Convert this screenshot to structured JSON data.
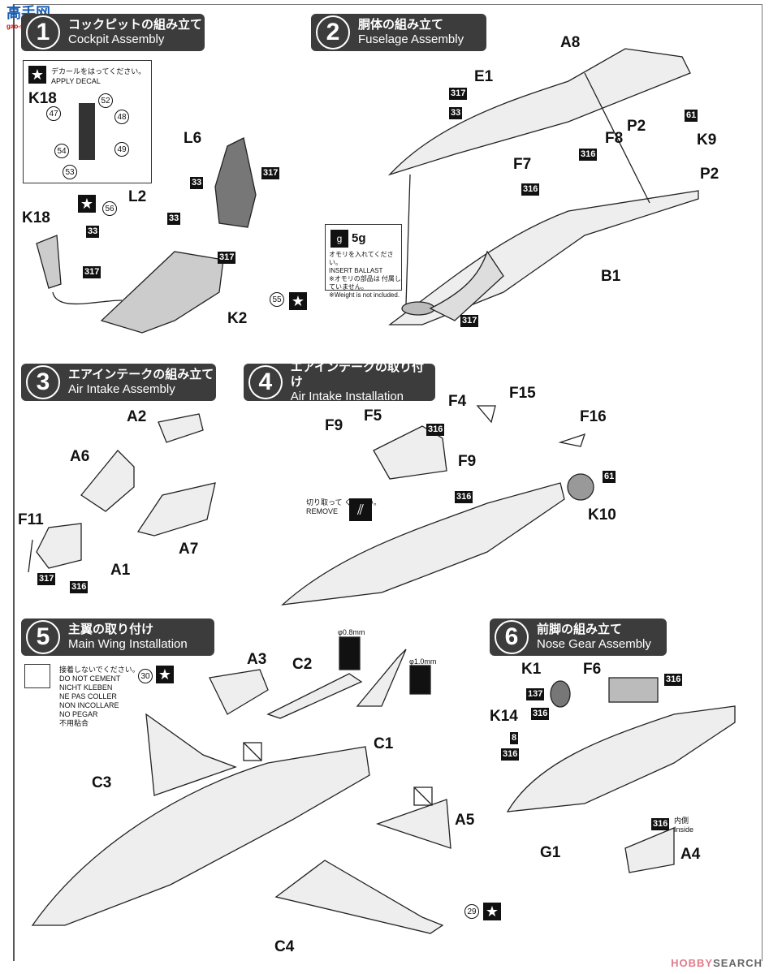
{
  "watermark": {
    "site": "高手网",
    "url": "gao-shou.com"
  },
  "footer": {
    "brand_hobby": "HOBBY",
    "brand_search": "SEARCH"
  },
  "steps": [
    {
      "num": "1",
      "jp": "コックピットの組み立て",
      "en": "Cockpit Assembly"
    },
    {
      "num": "2",
      "jp": "胴体の組み立て",
      "en": "Fuselage Assembly"
    },
    {
      "num": "3",
      "jp": "エアインテークの組み立て",
      "en": "Air Intake Assembly"
    },
    {
      "num": "4",
      "jp": "エアインテークの取り付け",
      "en": "Air Intake Installation"
    },
    {
      "num": "5",
      "jp": "主翼の取り付け",
      "en": "Main Wing Installation"
    },
    {
      "num": "6",
      "jp": "前脚の組み立て",
      "en": "Nose Gear Assembly"
    }
  ],
  "decal_box": {
    "jp": "デカールをはってください。",
    "en": "APPLY DECAL",
    "part": "K18",
    "decals": [
      "52",
      "47",
      "48",
      "54",
      "49",
      "53"
    ]
  },
  "ballast": {
    "weight": "5g",
    "jp": "オモリを入れてください。",
    "en": "INSERT BALLAST",
    "jp_note": "※オモリの部品は 付属していません。",
    "en_note": "※Weight is not included."
  },
  "remove_note": {
    "jp": "切り取って ください。",
    "en": "REMOVE"
  },
  "no_cement": {
    "jp": "接着しないでください。",
    "lines": [
      "DO NOT CEMENT",
      "NICHT KLEBEN",
      "NE PAS COLLER",
      "NON INCOLLARE",
      "NO PEGAR",
      "不用粘合"
    ]
  },
  "drill": {
    "d1": "φ0.8mm",
    "d2": "φ1.0mm"
  },
  "inside": {
    "jp": "内側",
    "en": "Inside"
  },
  "parts": {
    "s1": [
      "L6",
      "L2",
      "K18",
      "K2"
    ],
    "s2": [
      "A8",
      "E1",
      "F8",
      "F7",
      "P2",
      "P2",
      "K9",
      "B1"
    ],
    "s3": [
      "A2",
      "A6",
      "F11",
      "A1",
      "A7"
    ],
    "s4": [
      "F5",
      "F4",
      "F9",
      "F9",
      "F15",
      "F16",
      "K10"
    ],
    "s5": [
      "A3",
      "C2",
      "C1",
      "C3",
      "A5",
      "C4"
    ],
    "s6": [
      "K1",
      "F6",
      "K14",
      "G1",
      "A4"
    ]
  },
  "paints": {
    "s1": [
      "33",
      "317",
      "33",
      "33",
      "317",
      "317"
    ],
    "s2": [
      "317",
      "33",
      "316",
      "316",
      "61",
      "317"
    ],
    "s3": [
      "317",
      "316"
    ],
    "s4": [
      "316",
      "316",
      "61"
    ],
    "s6": [
      "137",
      "316",
      "316",
      "8",
      "316",
      "316"
    ]
  },
  "decals": {
    "s1": [
      "56",
      "55"
    ],
    "s5": [
      "30",
      "29"
    ]
  }
}
